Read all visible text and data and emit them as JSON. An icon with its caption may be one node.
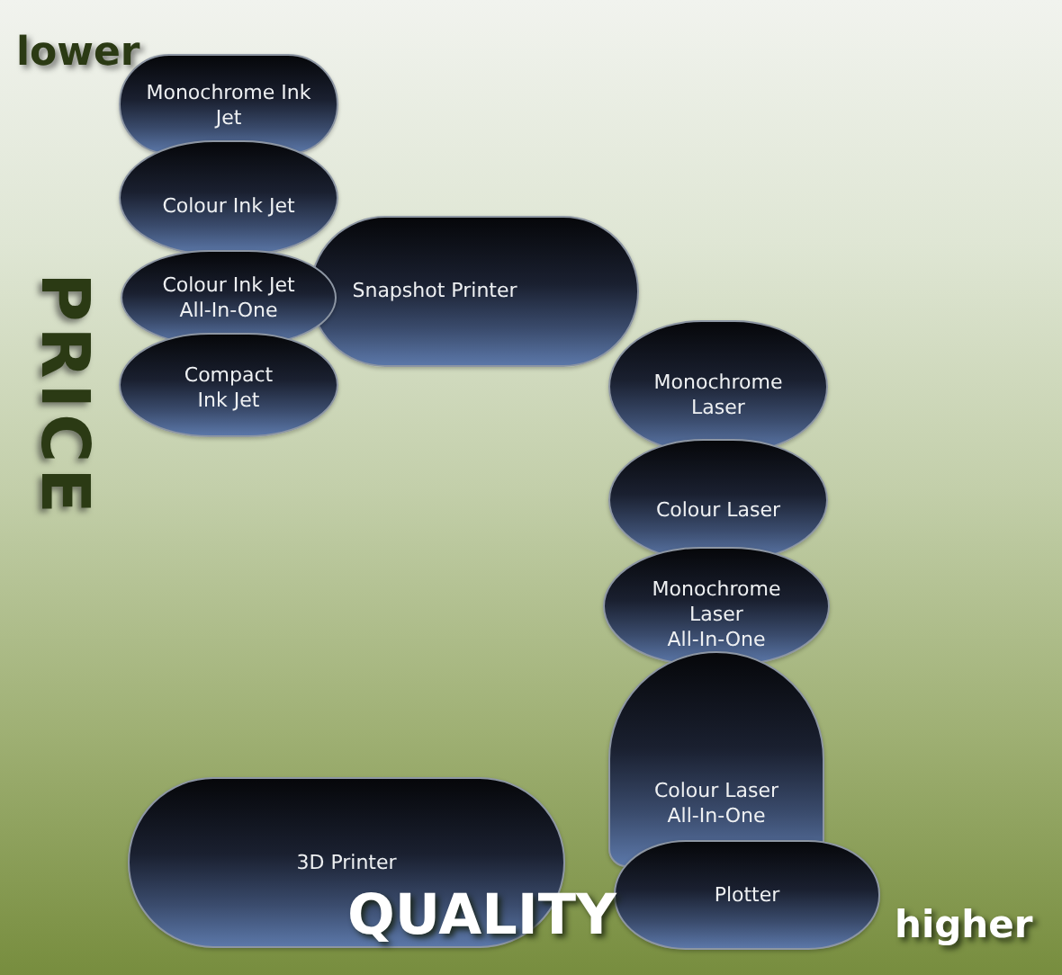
{
  "diagram": {
    "nodes": [
      {
        "text": [
          "Monochrome Ink Jet"
        ]
      },
      {
        "text": [
          "Colour Ink Jet"
        ]
      },
      {
        "text": [
          "Snapshot Printer"
        ]
      },
      {
        "text": [
          "Colour Ink Jet All-In-One"
        ]
      },
      {
        "text": [
          "Compact Ink Jet"
        ]
      },
      {
        "text": [
          "Monochrome Laser"
        ]
      },
      {
        "text": [
          "Colour Laser"
        ]
      },
      {
        "text": [
          "Monochrome Laser All-In-One"
        ]
      },
      {
        "text": [
          "Colour Laser All-In-One"
        ]
      },
      {
        "text": [
          "3D Printer"
        ]
      },
      {
        "text": [
          "Plotter"
        ]
      }
    ],
    "labels": [
      "lower",
      "PRICE",
      "QUALITY",
      "higher"
    ]
  }
}
